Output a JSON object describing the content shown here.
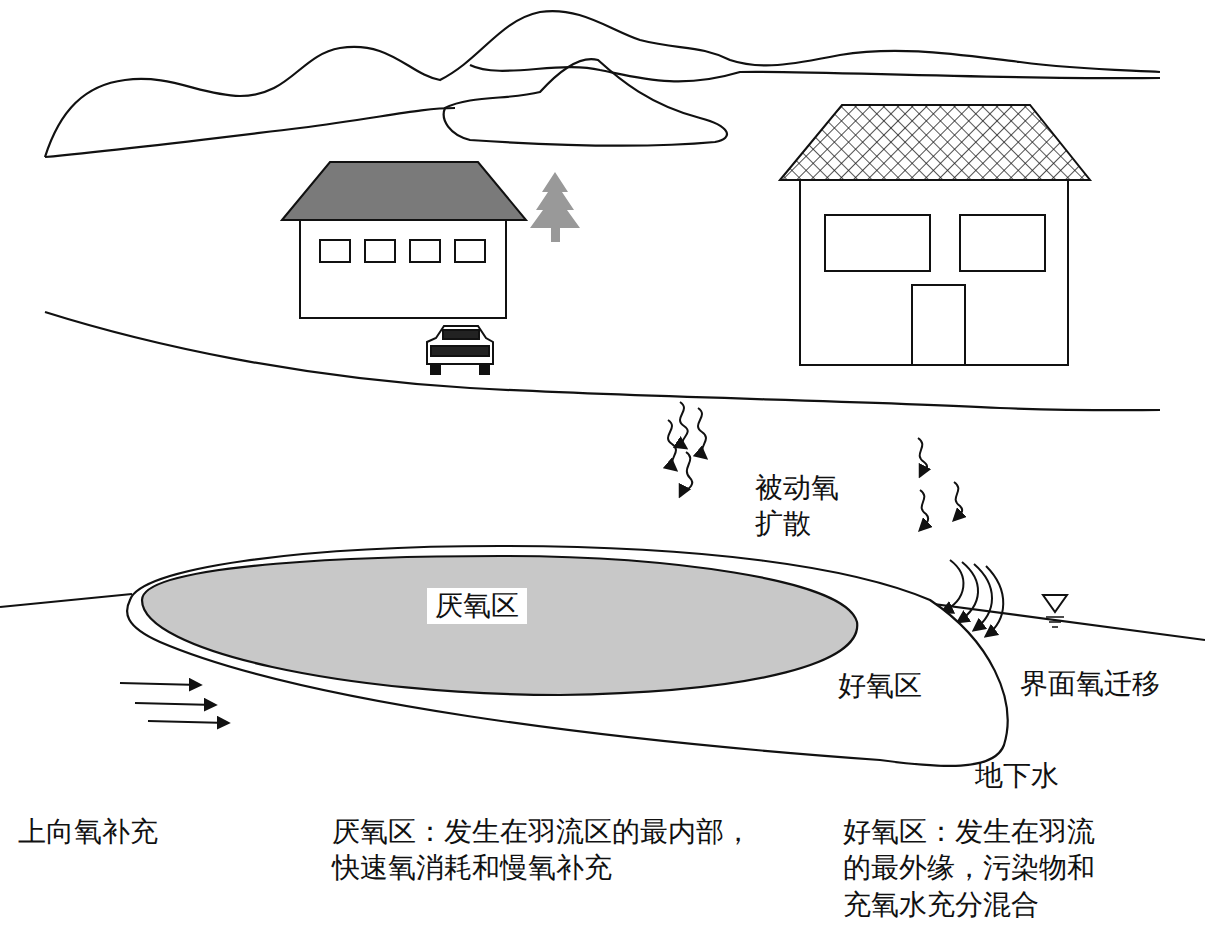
{
  "diagram": {
    "nodes": [
      {
        "text": [
          "好氧区"
        ]
      },
      {
        "text": [
          "厌氧区"
        ],
        "in": 0
      }
    ],
    "labels": [
      "被动氧 扩散",
      "界面氧迁移",
      "地下水",
      "上向氧补充",
      "厌氧区：发生在羽流区的最内部， 快速氧消耗和慢氧补充",
      "好氧区：发生在羽流 的最外缘，污染物和 充氧水充分混合"
    ]
  }
}
